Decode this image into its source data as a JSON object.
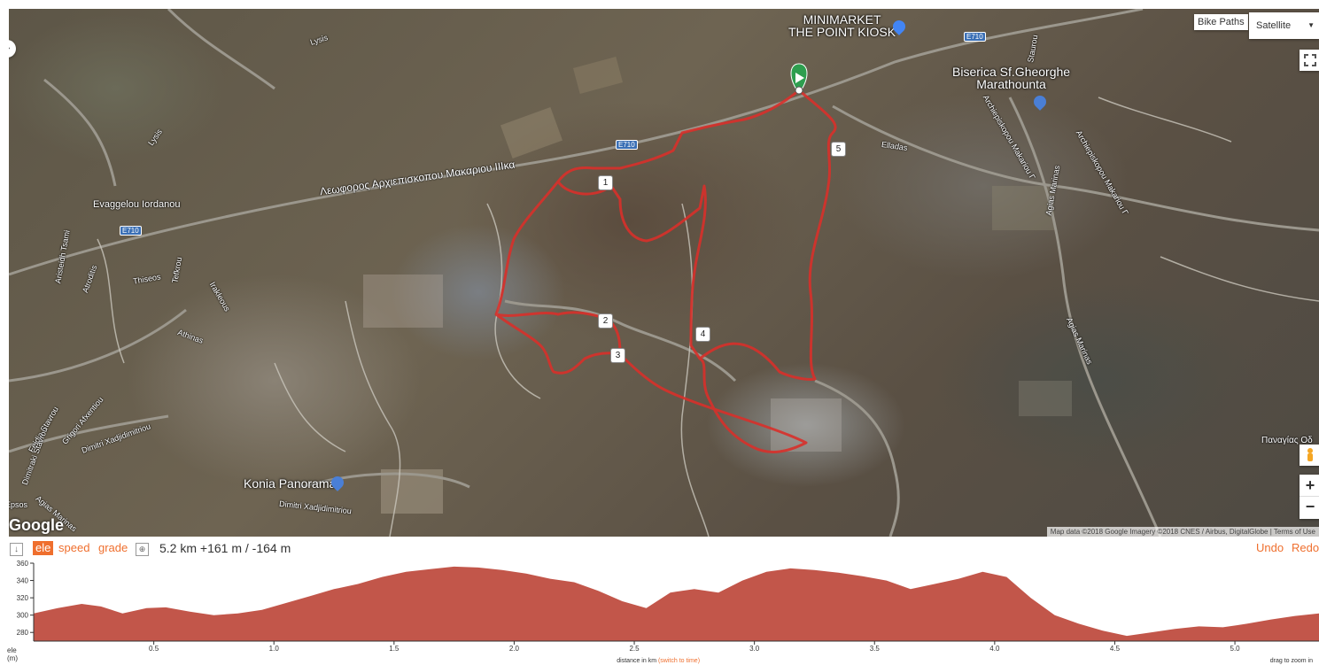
{
  "map": {
    "road_labels": [
      "Λεωφορος Αρχιεπισκοπου Μακαριου ΙΙΙκα",
      "Evaggelou Iordanou",
      "Lysis",
      "Lysis",
      "Elladas",
      "Archiepiskopou Makariou Γ",
      "Archiepiskopou Makariou Γ",
      "Agias Marinas",
      "Agias Marinas",
      "Staurou",
      "Aristeidh Tsami",
      "Atroditis",
      "Thiseos",
      "Tefkrou",
      "Irakleous",
      "Athinas",
      "Feidia Stavrou",
      "Grigori Afxentiou",
      "Dimitri Xadjidimitriou",
      "Dimitri Xadjidimitriou",
      "Dimitraki Stavrou",
      "Epsos",
      "Agias Marinas",
      "Παναγίας Οδ"
    ],
    "highway_shields": [
      "E710",
      "E710",
      "E710"
    ],
    "pois": [
      {
        "name": "MINIMARKET\nTHE POINT KIOSK",
        "color": "#4285f4"
      },
      {
        "name": "Biserica Sf.Gheorghe\nMarathounta",
        "color": "#4a7fd6"
      },
      {
        "name": "Konia Panorama",
        "color": "#4a7fd6"
      }
    ],
    "waypoints": [
      "1",
      "2",
      "3",
      "4",
      "5"
    ],
    "layer_toggle": "Bike Paths",
    "map_type": "Satellite",
    "zoom_in": "+",
    "zoom_out": "−",
    "google_logo": "Google",
    "attribution": "Map data ©2018 Google Imagery ©2018 CNES / Airbus, DigitalGlobe  |  Terms of Use",
    "route_color": "#d9302b"
  },
  "toolbar": {
    "download_icon": "↓",
    "ele": "ele",
    "speed": "speed",
    "grade": "grade",
    "zoom_icon": "⊕",
    "stats": "5.2 km +161 m / -164 m",
    "undo": "Undo",
    "redo": "Redo"
  },
  "chart_data": {
    "type": "area",
    "xlabel": "distance in km",
    "xlabel_link": "(switch to time)",
    "ylabel": "ele",
    "yunit": "(m)",
    "hint": "drag to zoom in",
    "xlim": [
      0,
      5.35
    ],
    "ylim": [
      270,
      360
    ],
    "x_ticks": [
      "0.5",
      "1.0",
      "1.5",
      "2.0",
      "2.5",
      "3.0",
      "3.5",
      "4.0",
      "4.5",
      "5.0"
    ],
    "y_ticks": [
      "360",
      "340",
      "320",
      "300",
      "280"
    ],
    "fill_color": "#c2564a",
    "x": [
      0,
      0.1,
      0.2,
      0.28,
      0.37,
      0.47,
      0.55,
      0.65,
      0.75,
      0.85,
      0.95,
      1.05,
      1.15,
      1.25,
      1.35,
      1.45,
      1.55,
      1.65,
      1.75,
      1.85,
      1.95,
      2.05,
      2.15,
      2.25,
      2.35,
      2.45,
      2.55,
      2.65,
      2.75,
      2.85,
      2.95,
      3.05,
      3.15,
      3.25,
      3.35,
      3.45,
      3.55,
      3.65,
      3.75,
      3.85,
      3.95,
      4.05,
      4.15,
      4.25,
      4.35,
      4.45,
      4.55,
      4.65,
      4.75,
      4.85,
      4.95,
      5.05,
      5.15,
      5.25,
      5.35
    ],
    "y": [
      302,
      308,
      313,
      310,
      302,
      308,
      309,
      304,
      300,
      302,
      306,
      314,
      322,
      330,
      336,
      344,
      350,
      353,
      356,
      355,
      352,
      348,
      342,
      338,
      328,
      316,
      308,
      326,
      330,
      326,
      340,
      350,
      354,
      352,
      349,
      345,
      340,
      330,
      336,
      342,
      350,
      344,
      320,
      300,
      290,
      282,
      276,
      280,
      284,
      287,
      286,
      290,
      295,
      299,
      302
    ]
  }
}
